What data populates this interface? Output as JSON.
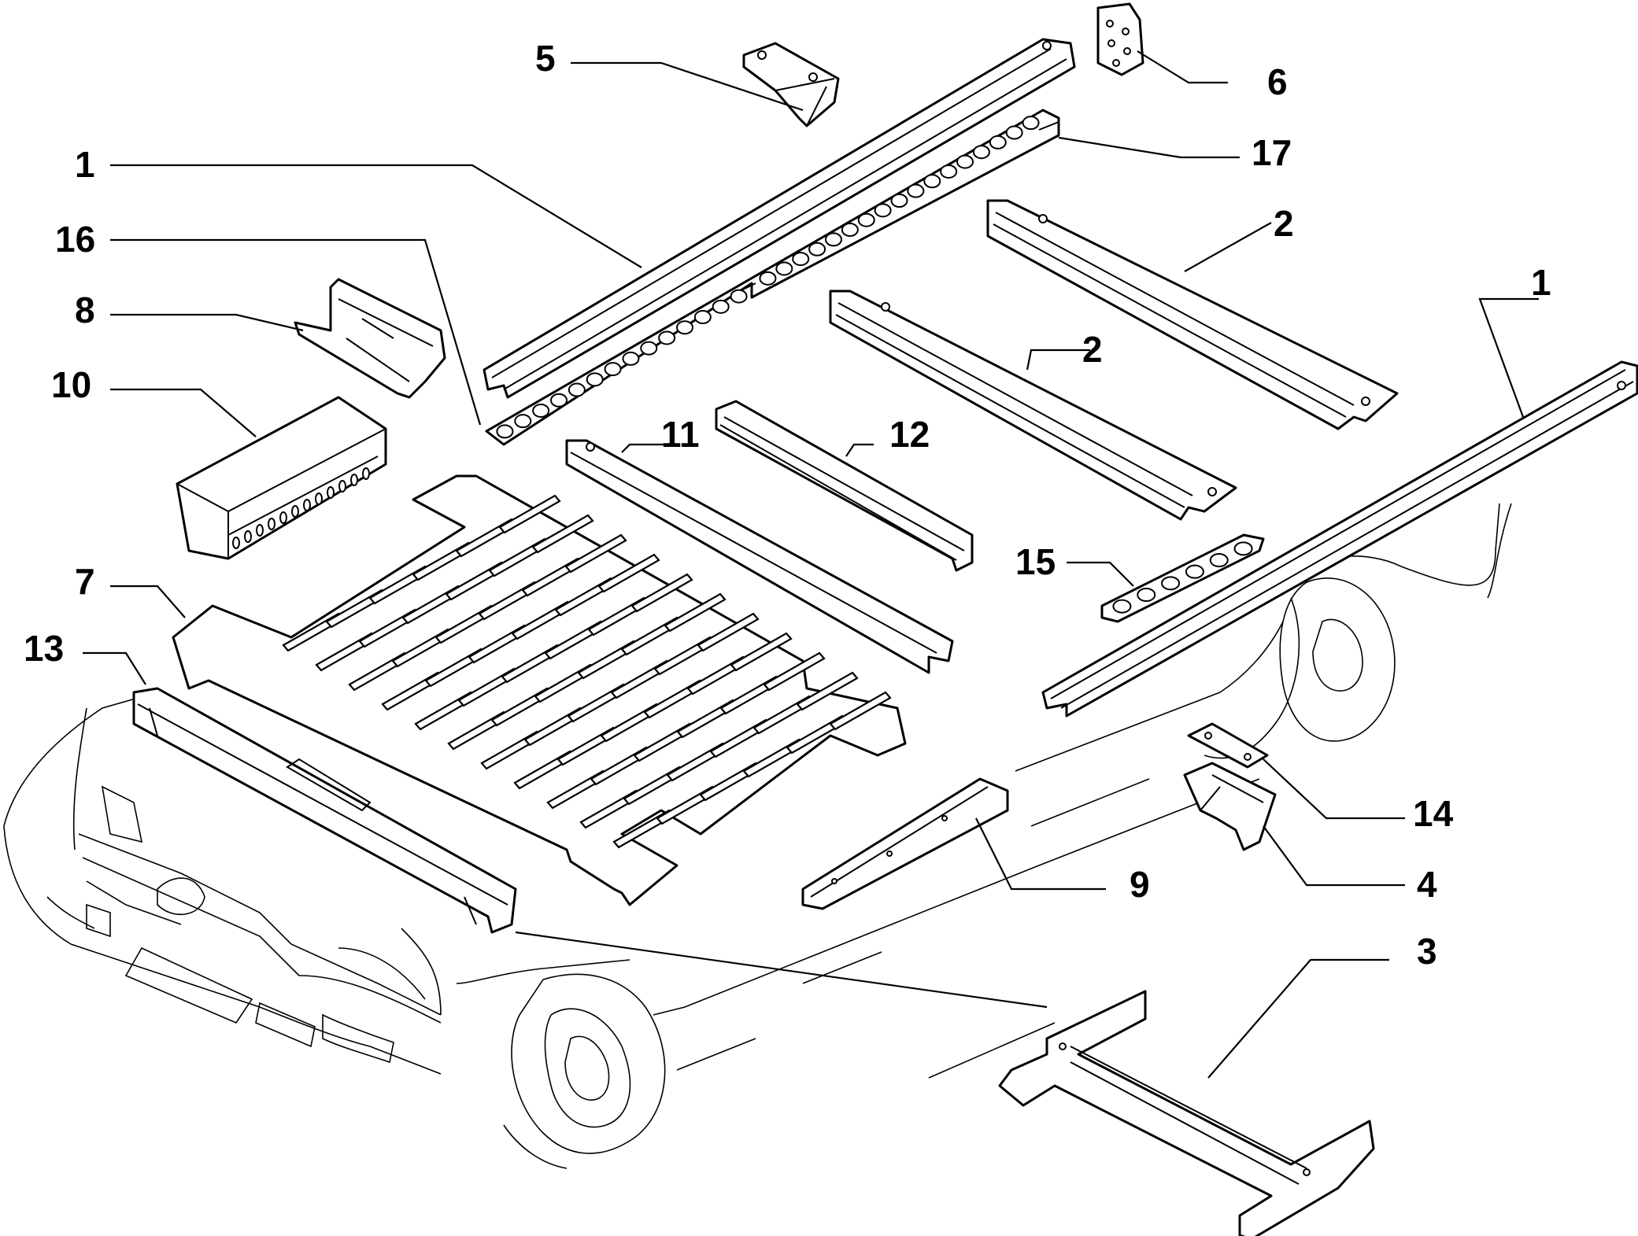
{
  "callouts": [
    {
      "id": "c1a",
      "label": "1"
    },
    {
      "id": "c1b",
      "label": "1"
    },
    {
      "id": "c2a",
      "label": "2"
    },
    {
      "id": "c2b",
      "label": "2"
    },
    {
      "id": "c3",
      "label": "3"
    },
    {
      "id": "c4",
      "label": "4"
    },
    {
      "id": "c5",
      "label": "5"
    },
    {
      "id": "c6",
      "label": "6"
    },
    {
      "id": "c7",
      "label": "7"
    },
    {
      "id": "c8",
      "label": "8"
    },
    {
      "id": "c9",
      "label": "9"
    },
    {
      "id": "c10",
      "label": "10"
    },
    {
      "id": "c11",
      "label": "11"
    },
    {
      "id": "c12",
      "label": "12"
    },
    {
      "id": "c13",
      "label": "13"
    },
    {
      "id": "c14",
      "label": "14"
    },
    {
      "id": "c15",
      "label": "15"
    },
    {
      "id": "c16",
      "label": "16"
    },
    {
      "id": "c17",
      "label": "17"
    }
  ]
}
